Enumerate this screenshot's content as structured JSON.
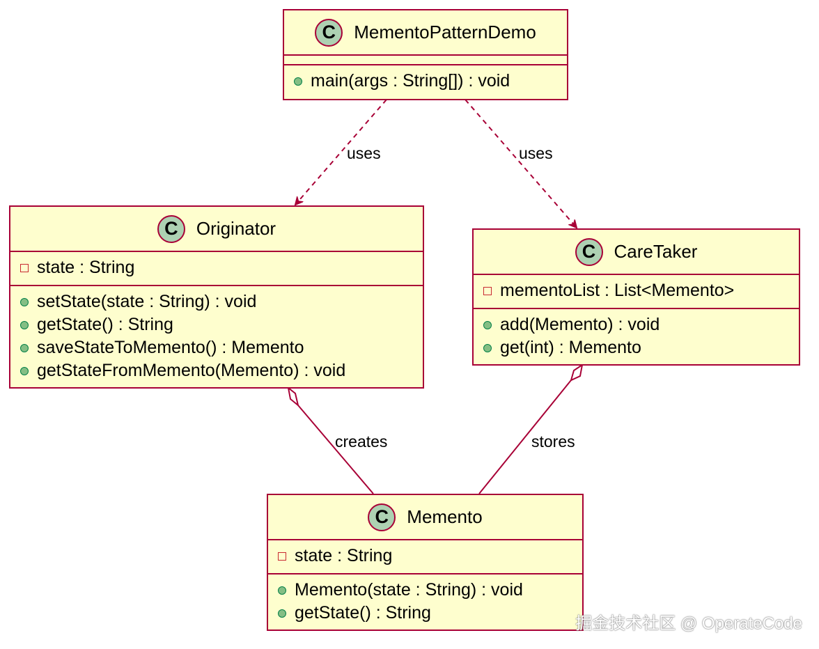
{
  "classes": {
    "demo": {
      "name": "MementoPatternDemo",
      "badge": "C",
      "attributes": [],
      "methods": [
        "main(args : String[]) : void"
      ]
    },
    "originator": {
      "name": "Originator",
      "badge": "C",
      "attributes": [
        "state : String"
      ],
      "methods": [
        "setState(state : String) : void",
        "getState() : String",
        "saveStateToMemento() : Memento",
        "getStateFromMemento(Memento) : void"
      ]
    },
    "caretaker": {
      "name": "CareTaker",
      "badge": "C",
      "attributes": [
        "mementoList : List<Memento>"
      ],
      "methods": [
        "add(Memento) : void",
        "get(int) : Memento"
      ]
    },
    "memento": {
      "name": "Memento",
      "badge": "C",
      "attributes": [
        "state : String"
      ],
      "methods": [
        "Memento(state : String) : void",
        "getState() : String"
      ]
    }
  },
  "relations": [
    {
      "from": "MementoPatternDemo",
      "to": "Originator",
      "type": "dependency",
      "label": "uses"
    },
    {
      "from": "MementoPatternDemo",
      "to": "CareTaker",
      "type": "dependency",
      "label": "uses"
    },
    {
      "from": "Originator",
      "to": "Memento",
      "type": "aggregation",
      "label": "creates"
    },
    {
      "from": "CareTaker",
      "to": "Memento",
      "type": "aggregation",
      "label": "stores"
    }
  ],
  "colors": {
    "class_fill": "#FEFECE",
    "border": "#A80036",
    "badge_fill": "#ADD1B2",
    "public_dot": "#84BE84",
    "private_box": "#C82930"
  },
  "watermark": "掘金技术社区 @ OperateCode"
}
